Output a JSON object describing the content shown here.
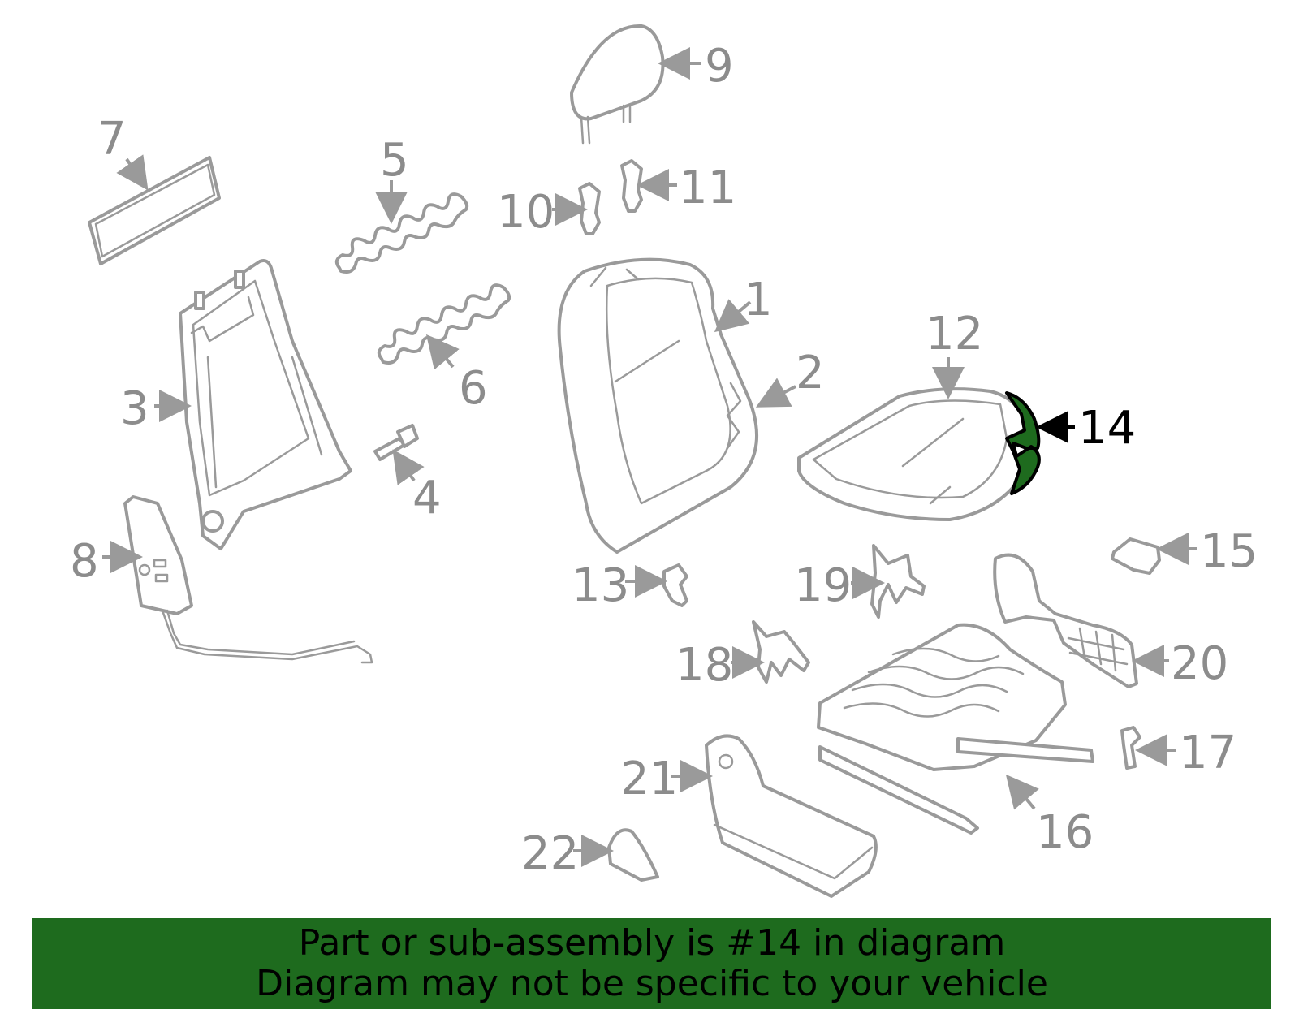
{
  "highlight_color": "#1e6b1e",
  "line_color": "#9a9a9a",
  "callouts": {
    "c1": "1",
    "c2": "2",
    "c3": "3",
    "c4": "4",
    "c5": "5",
    "c6": "6",
    "c7": "7",
    "c8": "8",
    "c9": "9",
    "c10": "10",
    "c11": "11",
    "c12": "12",
    "c13": "13",
    "c14": "14",
    "c15": "15",
    "c16": "16",
    "c17": "17",
    "c18": "18",
    "c19": "19",
    "c20": "20",
    "c21": "21",
    "c22": "22"
  },
  "highlighted_part": "14",
  "banner": {
    "line1": "Part or sub-assembly is #14 in diagram",
    "line2": "Diagram may not be specific to your vehicle"
  }
}
